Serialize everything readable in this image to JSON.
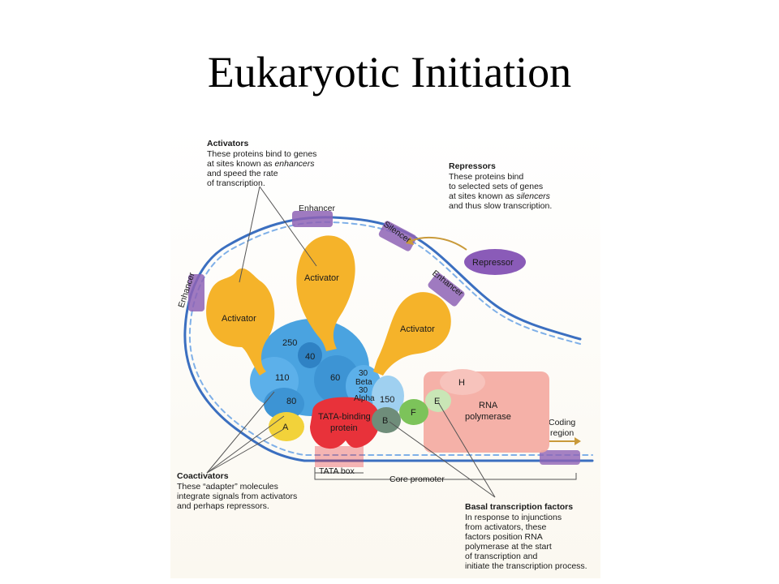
{
  "title": "Eukaryotic Initiation",
  "captions": {
    "activators": {
      "title": "Activators",
      "lines": [
        "These proteins bind to genes",
        "at sites known as ",
        "enhancers",
        "and speed the rate",
        "of transcription."
      ]
    },
    "repressors": {
      "title": "Repressors",
      "lines": [
        "These proteins bind",
        "to selected sets of genes",
        "at sites known as ",
        "silencers",
        "and thus slow transcription."
      ]
    },
    "coactivators": {
      "title": "Coactivators",
      "lines": [
        "These “adapter” molecules",
        "integrate signals from activators",
        "and perhaps repressors."
      ]
    },
    "basal": {
      "title": "Basal transcription factors",
      "lines": [
        "In response to injunctions",
        "from activators, these",
        "factors position RNA",
        "polymerase at the start",
        "of transcription and",
        "initiate the transcription process."
      ]
    }
  },
  "dna_labels": {
    "enhancer_top": "Enhancer",
    "enhancer_left": "Enhancer",
    "enhancer_right": "Enhancer",
    "silencer": "Silencer",
    "tata_box": "TATA box",
    "core_promoter": "Core promoter",
    "coding_region_1": "Coding",
    "coding_region_2": "region"
  },
  "proteins": {
    "activator": "Activator",
    "repressor": "Repressor",
    "tbp_1": "TATA-binding",
    "tbp_2": "protein",
    "rna_pol_1": "RNA",
    "rna_pol_2": "polymerase",
    "factor_h": "H",
    "factor_e": "E",
    "factor_f": "F",
    "factor_b": "B",
    "factor_a": "A",
    "sub_250": "250",
    "sub_40": "40",
    "sub_60": "60",
    "sub_110": "110",
    "sub_80": "80",
    "sub_30_beta_1": "30",
    "sub_30_beta_2": "Beta",
    "sub_30_alpha_1": "30",
    "sub_30_alpha_2": "Alpha",
    "sub_150": "150"
  },
  "colors": {
    "activator": "#f5b32a",
    "tfiid": "#4aa3e0",
    "tbp": "#e8323a",
    "rna_pol": "#f4a9a0",
    "repressor": "#8a5bb8",
    "dna": "#3b6fc0",
    "enhancer": "#8e63b5",
    "factor_a": "#f2d23a",
    "factor_b": "#6f8d7a",
    "factor_f": "#7cc35a",
    "factor_e": "#c9e6b6"
  }
}
